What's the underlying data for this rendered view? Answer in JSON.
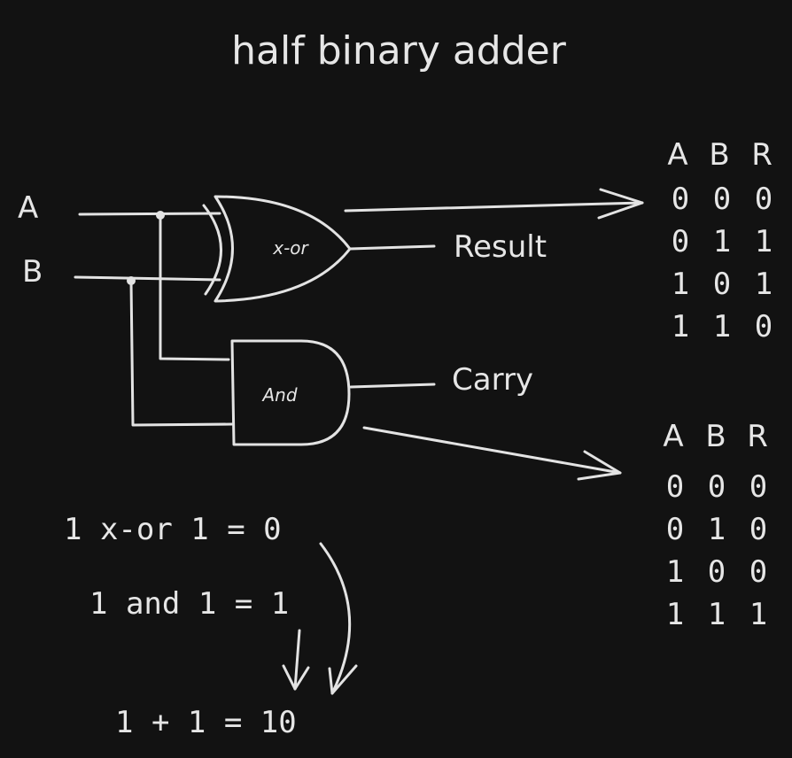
{
  "title": "half binary adder",
  "inputs": {
    "a": "A",
    "b": "B"
  },
  "gates": {
    "xor": "x-or",
    "and": "And"
  },
  "outputs": {
    "result": "Result",
    "carry": "Carry"
  },
  "result_table": {
    "headers": [
      "A",
      "B",
      "R"
    ],
    "rows": [
      [
        "0",
        "0",
        "0"
      ],
      [
        "0",
        "1",
        "1"
      ],
      [
        "1",
        "0",
        "1"
      ],
      [
        "1",
        "1",
        "0"
      ]
    ]
  },
  "carry_table": {
    "headers": [
      "A",
      "B",
      "R"
    ],
    "rows": [
      [
        "0",
        "0",
        "0"
      ],
      [
        "0",
        "1",
        "0"
      ],
      [
        "1",
        "0",
        "0"
      ],
      [
        "1",
        "1",
        "1"
      ]
    ]
  },
  "equations": {
    "xor_example": "1 x-or 1 = 0",
    "and_example": "1 and 1 = 1",
    "sum_example": "1 + 1 = 10"
  }
}
